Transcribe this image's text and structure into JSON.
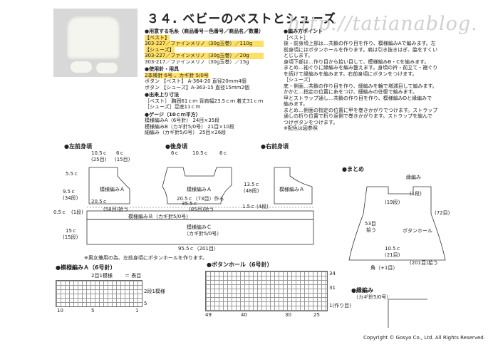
{
  "header": {
    "title": "３４. ベビーのベストとシューズ"
  },
  "watermark": "http://tatianablog.",
  "materials": {
    "heading": "●用意する毛糸（商品番号－色番号／商品名／数量）",
    "subheading": "【ベスト】",
    "lines": [
      "303-227／ファインメリノ（30g玉巻）／110g",
      "【シューズ】",
      "303-227／ファインメリノ（30g玉巻）／20g",
      "303-217／ファインメリノ（30g玉巻）／15g"
    ]
  },
  "tools": {
    "heading": "●使用針・用具",
    "lines": [
      "2本棒針 6号 、カギ針 5/0号",
      "ボタン 【ベスト】 A-364-20 直径20mm4個",
      "ボタン 【シューズ】A-363-15 直径15mm2個"
    ]
  },
  "size": {
    "heading": "●出来上り寸法",
    "lines": [
      "［ベスト］ 胸囲61ｃｍ 背肩幅23.5ｃｍ 着丈31ｃｍ",
      "［シューズ］足底11ｃｍ"
    ]
  },
  "gauge": {
    "heading": "●ゲージ（10ｃｍ平方）",
    "lines": [
      "模様編みA（6号針） 24目×35段",
      "模様編みB（カギ針5/0号） 21目×10段",
      "細編み（カギ針5/0号） 25目×26段"
    ]
  },
  "points": {
    "heading": "●編み方ポイント",
    "lines": [
      "［ベスト］",
      "後・前身頃上部は…共鎖の作り目を作り、模様編みAで編みます。左",
      "前身頃にはボタンホールを作ります。肩は引き抜きはぎ、脇をすくい",
      "とじします。",
      "身頃下部は…作り目から拾い目して、模様編みB・Cを編みます。",
      "まとめ…袖ぐりに縁編みを編み整えます。身頃の衿・前立て・裾ぐり",
      "を続けて縁編みを編みます。右前身頃にボタンをつけます。",
      "［シューズ］",
      "底・側面…共鎖の作り目を作り、細編みを輪で増減目して編みます。",
      "かかと…指定の位置に糸をつけ、細編みの往復で編みます。",
      "甲とストラップ通し…共鎖の作り目を作り、模様編みDと縁編みで",
      "編みます。",
      "まとめ…側面の指定の位置に甲を巻きかがりでつけます。ストラップ",
      "通しの折り位置で折り返側で巻きかがります。ストラップを編んで",
      "つけボタンをつけます。",
      "※配色は図参照"
    ]
  },
  "diagram_labels": {
    "left_front": "●左前身頃",
    "back": "●後身頃",
    "right_front": "●右前身頃",
    "matome": "●まとめ",
    "pattern_a": "●模様編みＡ（6号針）",
    "buttonhole": "●ボタンホール（6号針）",
    "edging": "●縁編み",
    "edging_sub": "（カギ針5/0号）",
    "left_body": "模様編みＡ",
    "back_body": "模様編みＡ",
    "right_body": "模様編みＡ",
    "lower_b": "模様編みＢ（カギ針5/0号）",
    "lower_c": "模様編みＣ",
    "lower_c_sub": "（カギ針5/0号）",
    "bottom_width": "95.5ｃ（201目）",
    "note": "※男女兼用の為、左前身頃にボタンホールを作ります。",
    "dims": [
      "10.5ｃ",
      "6ｃ",
      "(25目)",
      "(15目)",
      "5.5ｃ",
      "9.5ｃ",
      "(34段)",
      "0.5ｃ",
      "(1段)",
      "15ｃ",
      "(15段)",
      "20.5ｃ",
      "(58目)拾う",
      "35.5ｃ",
      "(85目)拾う",
      "6ｃ",
      "10.5ｃ",
      "6ｃ",
      "13.5ｃ",
      "(48段)",
      "20.5ｃ（73目）作る",
      "1.5ｃ",
      "(4段)",
      "ボタンホール",
      "縁編み",
      "(1段)",
      "(19段)",
      "(72目)",
      "10.5ｃ",
      "(21目)",
      "(201目)拾う",
      "角（+1目）",
      "53目",
      "拾う"
    ],
    "legend_box": "＝ 表目",
    "legend_row": "2目1模様",
    "legend_row2": "2段1模様",
    "grid_nums": [
      "49",
      "40",
      "30",
      "25",
      "34",
      "31",
      "5",
      "1(作り目)",
      "10",
      "5",
      "1"
    ]
  },
  "footer": {
    "copyright": "Copyright © Gosyo Co., Ltd. All Rights Reserved."
  },
  "colors": {
    "highlight": "#ffe066",
    "line": "#333333"
  }
}
